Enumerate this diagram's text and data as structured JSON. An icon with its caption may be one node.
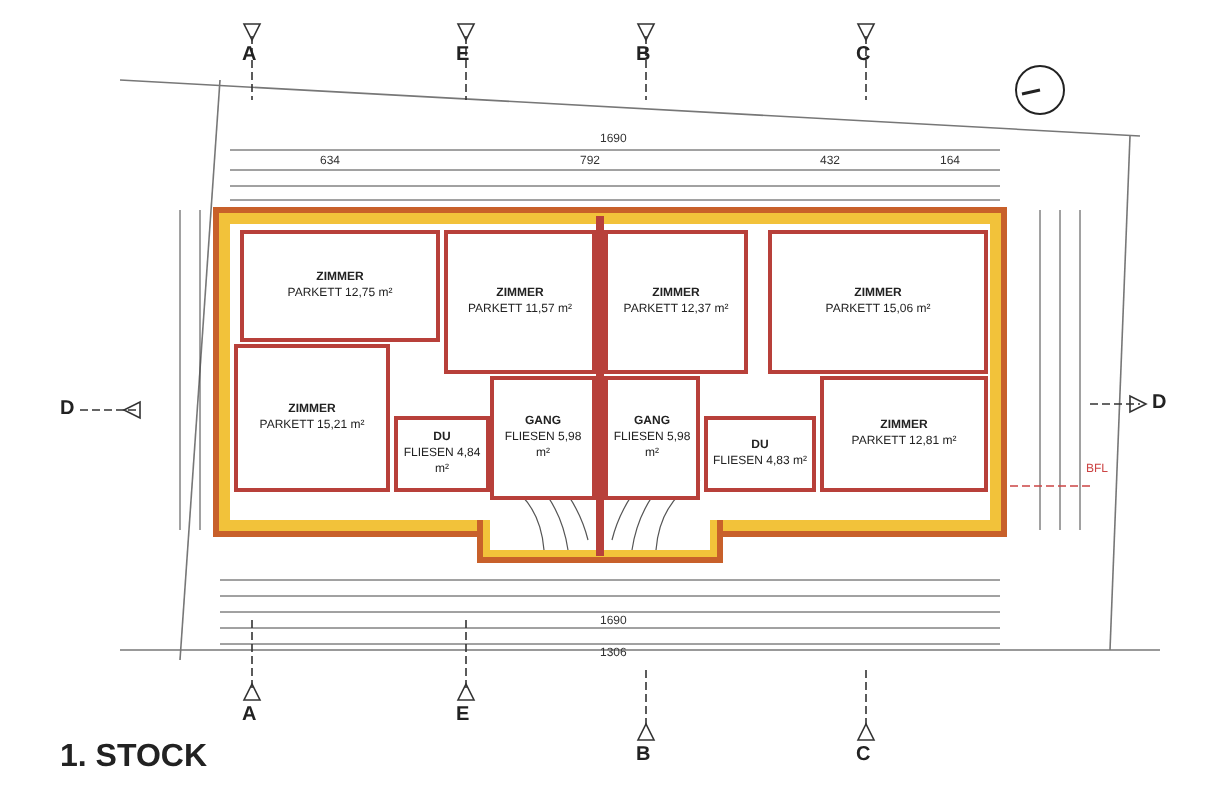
{
  "diagram": {
    "title": "1. STOCK",
    "nodes": [
      {
        "text": [
          "ZIMMER",
          "PARKETT 12,75 m²"
        ]
      },
      {
        "text": [
          "ZIMMER",
          "PARKETT 11,57 m²"
        ]
      },
      {
        "text": [
          "ZIMMER",
          "PARKETT 15,21 m²"
        ]
      },
      {
        "text": [
          "DU",
          "FLIESEN 4,84 m²"
        ]
      },
      {
        "text": [
          "GANG",
          "FLIESEN 5,98 m²"
        ]
      },
      {
        "text": [
          "ZIMMER",
          "PARKETT 12,37 m²"
        ]
      },
      {
        "text": [
          "ZIMMER",
          "PARKETT 15,06 m²"
        ]
      },
      {
        "text": [
          "GANG",
          "FLIESEN 5,98 m²"
        ]
      },
      {
        "text": [
          "DU",
          "FLIESEN 4,83 m²"
        ]
      },
      {
        "text": [
          "ZIMMER",
          "PARKETT 12,81 m²"
        ]
      }
    ],
    "edges": [],
    "labels": [
      "A",
      "E",
      "B",
      "C",
      "1690",
      "634",
      "792",
      "432",
      "164",
      "D",
      "D",
      "BFL",
      "1690",
      "1306",
      "A",
      "E",
      "B",
      "C"
    ]
  }
}
